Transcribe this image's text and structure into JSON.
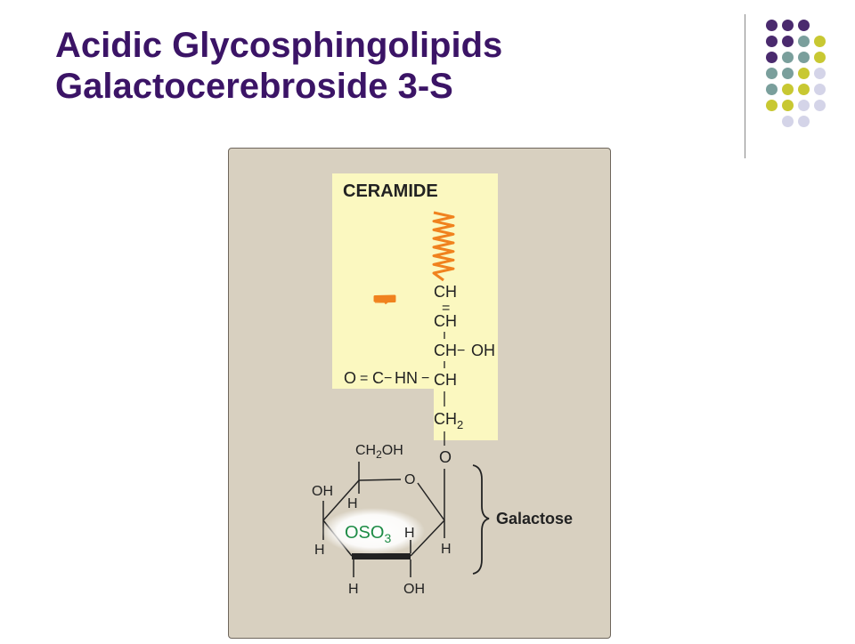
{
  "title": {
    "line1": "Acidic Glycosphingolipids",
    "line2": "Galactocerebroside 3-S"
  },
  "colors": {
    "title": "#3b1466",
    "figure_bg": "#d8d0c0",
    "ceramide_bg": "#fbf8c0",
    "chain": "#f0821e",
    "sulfate": "#1e8c46",
    "dot_purple": "#4a2a6e",
    "dot_teal": "#7a9f9c",
    "dot_yellow": "#c8c832",
    "dot_lavender": "#d4d4e8"
  },
  "decor": {
    "dot_rows": [
      [
        "purple",
        "purple",
        "purple"
      ],
      [
        "purple",
        "purple",
        "teal",
        "yellow"
      ],
      [
        "purple",
        "teal",
        "teal",
        "yellow"
      ],
      [
        "teal",
        "teal",
        "yellow",
        "lavender"
      ],
      [
        "teal",
        "yellow",
        "yellow",
        "lavender"
      ],
      [
        "yellow",
        "yellow",
        "lavender",
        "lavender"
      ],
      [
        "lavender",
        "lavender"
      ]
    ]
  },
  "diagram": {
    "ceramide_label": "CERAMIDE",
    "galactose_label": "Galactose",
    "backbone": {
      "ch_top": "CH",
      "double_bond": "=",
      "ch_second": "CH",
      "ch_third": "CH",
      "oh_bond": "−",
      "oh": "OH",
      "ch_fourth": "CH",
      "ch2_main": "CH",
      "ch2_sub": "2",
      "o_link": "O"
    },
    "amide": {
      "o": "O",
      "double_bond": "=",
      "c": "C",
      "bond1": "−",
      "hn": "HN",
      "bond2": "−"
    },
    "sugar": {
      "ch2oh_a": "CH",
      "ch2oh_b": "2",
      "ch2oh_c": "OH",
      "ring_o": "O",
      "oh_left": "OH",
      "h_c4": "H",
      "h_left": "H",
      "h_c3": "H",
      "h_right": "H",
      "h_bottom": "H",
      "oh_bottom": "OH",
      "oso3_main": "OSO",
      "oso3_sub": "3"
    }
  }
}
